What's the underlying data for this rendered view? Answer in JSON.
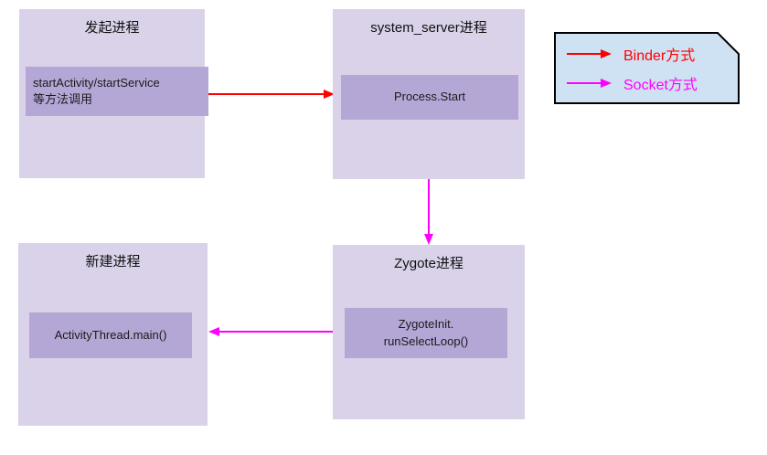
{
  "colors": {
    "box_fill": "#d9d2e9",
    "inner_fill": "#b4a7d6",
    "legend_fill": "#cfe2f3",
    "legend_border": "#000000",
    "binder": "#ff0000",
    "socket": "#ff00ff"
  },
  "boxes": {
    "initiator": {
      "title": "发起进程",
      "label": "startActivity/startService\n等方法调用"
    },
    "system_server": {
      "title": "system_server进程",
      "label": "Process.Start"
    },
    "zygote": {
      "title": "Zygote进程",
      "label": "ZygoteInit.\nrunSelectLoop()"
    },
    "new_process": {
      "title": "新建进程",
      "label": "ActivityThread.main()"
    }
  },
  "legend": {
    "items": [
      {
        "label": "Binder方式",
        "color": "#ff0000"
      },
      {
        "label": "Socket方式",
        "color": "#ff00ff"
      }
    ]
  }
}
